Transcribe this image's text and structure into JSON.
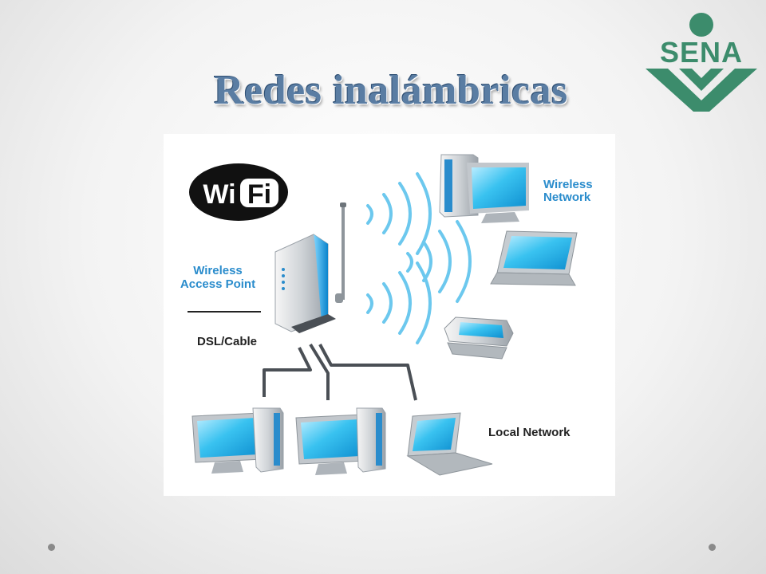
{
  "slide": {
    "title": "Redes inalámbricas",
    "logo_text": "SENA"
  },
  "diagram": {
    "wifi_logo_left": "Wi",
    "wifi_logo_right": "Fi",
    "access_point_line1": "Wireless",
    "access_point_line2": "Access Point",
    "dsl_label": "DSL/Cable",
    "wireless_network_line1": "Wireless",
    "wireless_network_line2": "Network",
    "local_network_label": "Local Network"
  },
  "colors": {
    "title": "#5a7da3",
    "logo": "#3c8c6c",
    "label_blue": "#2a8ccc",
    "label_dark": "#222222",
    "screen": "#39c2f0",
    "wave": "#6cc8ee"
  }
}
